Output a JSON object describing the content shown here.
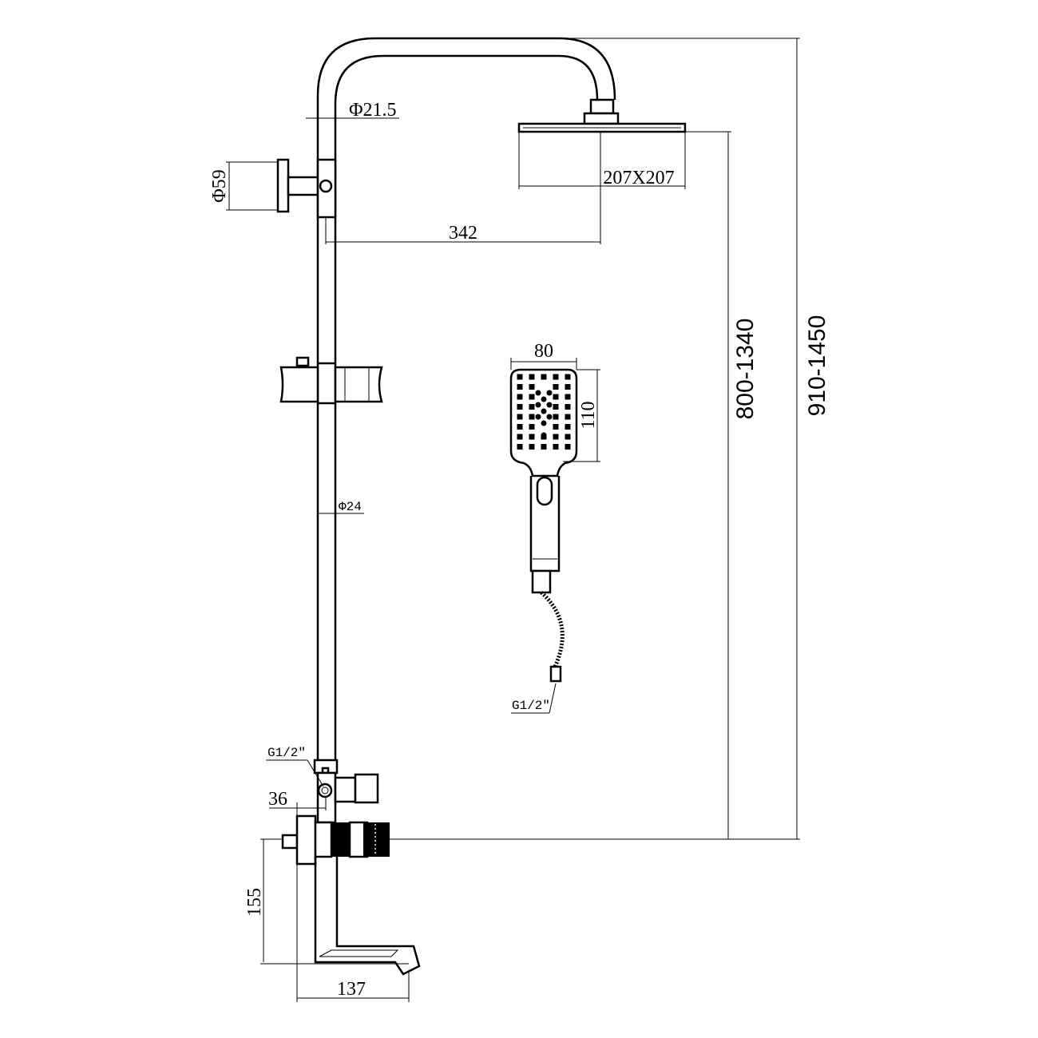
{
  "dimensions": {
    "pipe_top_diameter": "Φ21.5",
    "wall_bracket_diameter": "Φ59",
    "head_size": "207X207",
    "arm_reach": "342",
    "riser_diameter": "Φ24",
    "hand_width": "80",
    "hand_height": "110",
    "hose_thread": "G1/2\"",
    "diverter_thread": "G1/2\"",
    "diverter_offset": "36",
    "spout_height": "155",
    "spout_reach": "137",
    "head_height_range": "800-1340",
    "total_height_range": "910-1450"
  }
}
